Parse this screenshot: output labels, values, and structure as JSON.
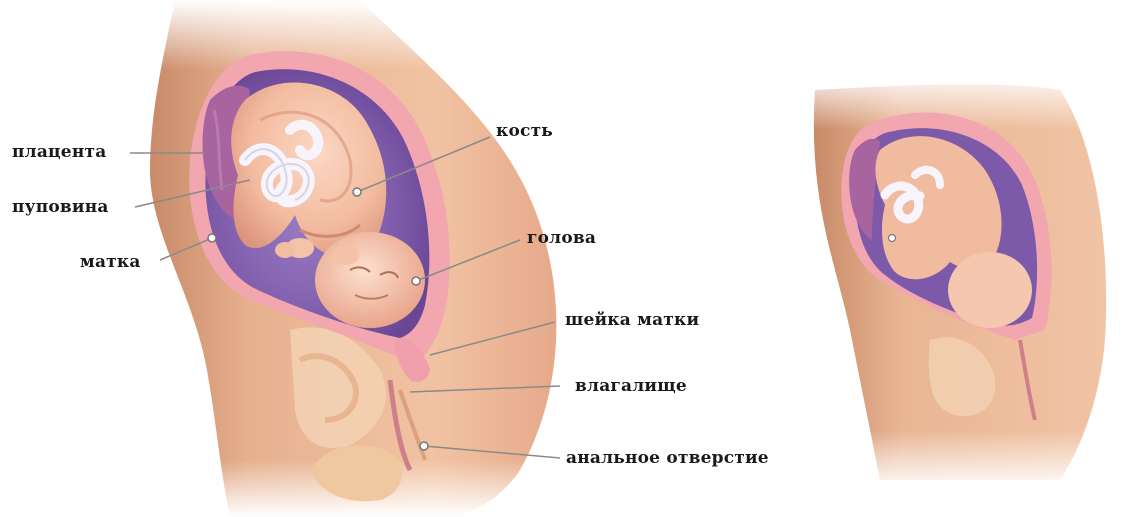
{
  "labels": {
    "placenta": "плацента",
    "umbilical_cord": "пуповина",
    "uterus": "матка",
    "bone": "кость",
    "head": "голова",
    "cervix": "шейка матки",
    "vagina": "влагалище",
    "anus": "анальное отверстие"
  },
  "colors": {
    "skin": "#f0c2a0",
    "skin_dark": "#d9967a",
    "uterus_wall": "#f2a3ad",
    "placenta": "#a8649e",
    "amniotic": "#7a5aa8",
    "fetus": "#f1bba0",
    "cord": "#f5f3f8"
  }
}
